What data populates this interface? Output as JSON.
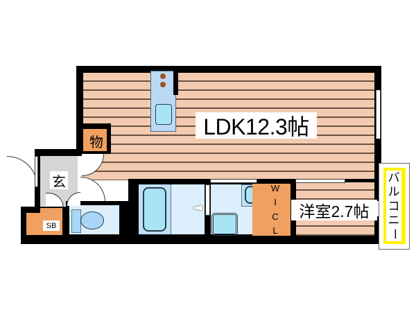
{
  "floorplan": {
    "rooms": [
      {
        "id": "ldk",
        "label": "LDK12.3帖",
        "type": "living-dining-kitchen",
        "size_jo": 12.3
      },
      {
        "id": "western",
        "label": "洋室2.7帖",
        "type": "western-bedroom",
        "size_jo": 2.7
      },
      {
        "id": "storage",
        "label": "物",
        "type": "storage"
      },
      {
        "id": "entrance",
        "label": "玄",
        "type": "entrance"
      },
      {
        "id": "shoebox",
        "label": "SB",
        "type": "shoe-box"
      },
      {
        "id": "wic",
        "label": "W\nI\nC\nL",
        "chars": [
          "W",
          "I",
          "C",
          "L"
        ],
        "type": "walk-in-closet"
      },
      {
        "id": "balcony",
        "label": "バルコニー",
        "chars": [
          "バ",
          "ル",
          "コ",
          "ニ",
          "ー"
        ],
        "type": "balcony"
      },
      {
        "id": "bath",
        "label": "",
        "type": "bathroom"
      },
      {
        "id": "washroom",
        "label": "",
        "type": "washroom"
      },
      {
        "id": "toilet",
        "label": "",
        "type": "toilet"
      }
    ],
    "colors": {
      "wall": "#000000",
      "flooring": "#f2cbb0",
      "flooring_line": "#6b5142",
      "wet_area": "#ddeffc",
      "fixture": "#a9e4f6",
      "storage": "#f0a060",
      "entrance": "#d6d6d6",
      "balcony": "#fff200"
    }
  }
}
